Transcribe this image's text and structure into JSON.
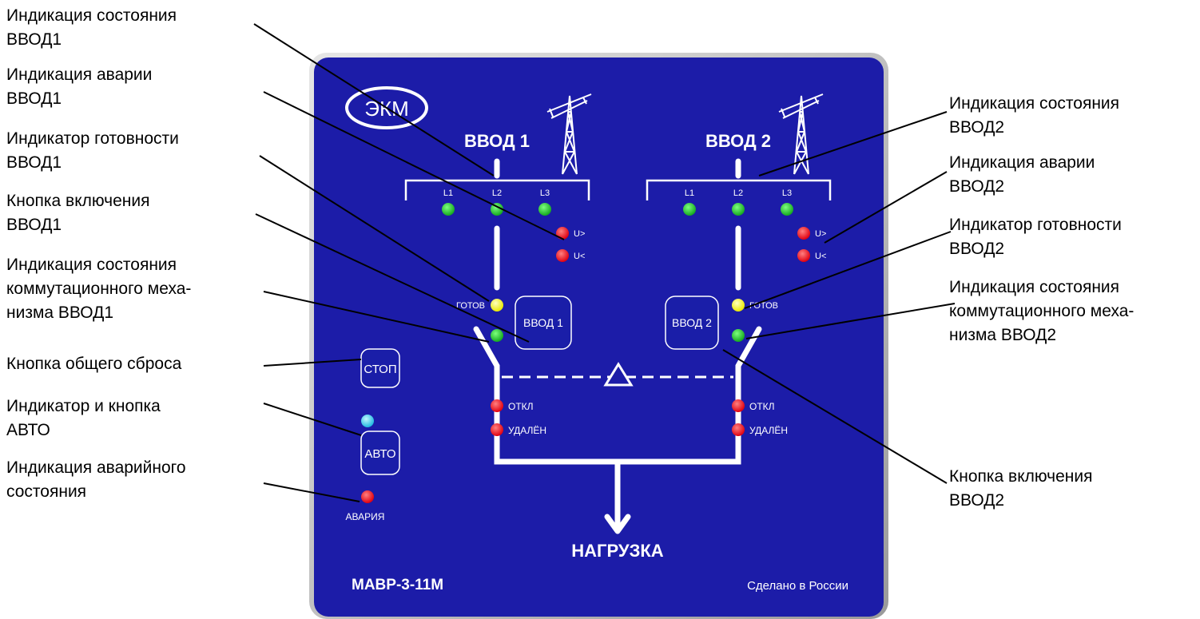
{
  "callouts": {
    "left": [
      {
        "line1": "Индикация состояния",
        "line2": "ВВОД1"
      },
      {
        "line1": "Индикация аварии",
        "line2": "ВВОД1"
      },
      {
        "line1": "Индикатор готовности",
        "line2": "ВВОД1"
      },
      {
        "line1": "Кнопка включения",
        "line2": "ВВОД1"
      },
      {
        "line1": "Индикация состояния",
        "line2": "коммутационного меха-",
        "line3": "низма ВВОД1"
      },
      {
        "line1": "Кнопка общего сброса"
      },
      {
        "line1": "Индикатор и кнопка",
        "line2": "АВТО"
      },
      {
        "line1": "Индикация аварийного",
        "line2": "состояния"
      }
    ],
    "right": [
      {
        "line1": "Индикация состояния",
        "line2": "ВВОД2"
      },
      {
        "line1": "Индикация аварии",
        "line2": "ВВОД2"
      },
      {
        "line1": "Индикатор готовности",
        "line2": "ВВОД2"
      },
      {
        "line1": "Индикация состояния",
        "line2": "коммутационного меха-",
        "line3": "низма ВВОД2"
      },
      {
        "line1": "Кнопка включения",
        "line2": "ВВОД2"
      }
    ]
  },
  "panel": {
    "logo": "ЭКМ",
    "input1_title": "ВВОД 1",
    "input2_title": "ВВОД 2",
    "phases": [
      "L1",
      "L2",
      "L3"
    ],
    "overvoltage": "U>",
    "undervoltage": "U<",
    "ready": "ГОТОВ",
    "btn_input1": "ВВОД 1",
    "btn_input2": "ВВОД 2",
    "btn_stop": "СТОП",
    "btn_auto": "АВТО",
    "off": "ОТКЛ",
    "remote": "УДАЛЁН",
    "alarm": "АВАРИЯ",
    "load": "НАГРУЗКА",
    "model": "МАВР-3-11М",
    "made_in": "Сделано в России"
  },
  "colors": {
    "panel_blue": "#1c1ca8",
    "led_green": "#1db82a",
    "led_red": "#e8101a",
    "led_yellow": "#f2f21a",
    "led_cyan": "#22c8e8",
    "bezel": "#bfbfbf"
  }
}
